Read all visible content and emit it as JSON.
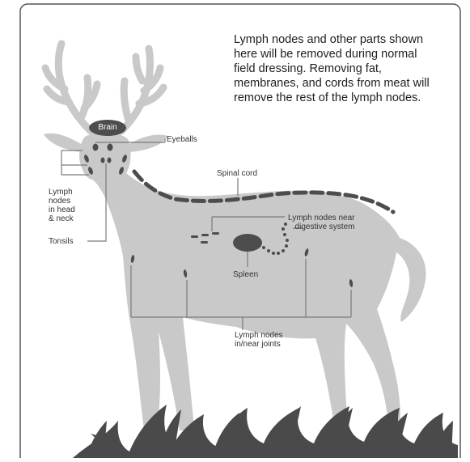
{
  "description_text": "Lymph nodes and other parts shown here will be removed during normal field dressing. Removing fat, membranes, and cords from meat will remove the rest of the lymph nodes.",
  "labels": {
    "brain": "Brain",
    "eyeballs": "Eyeballs",
    "lymph_head_neck": "Lymph\nnodes\nin head\n& neck",
    "tonsils": "Tonsils",
    "spinal_cord": "Spinal cord",
    "lymph_digestive": "Lymph nodes near\ndigestive system",
    "spleen": "Spleen",
    "lymph_joints": "Lymph nodes\nin/near joints"
  },
  "colors": {
    "deer_fill": "#c9c9c9",
    "node_mark": "#4d4d4d",
    "leader_line": "#7a7a7a",
    "grass": "#4a4a4a",
    "frame_border": "#555555"
  }
}
